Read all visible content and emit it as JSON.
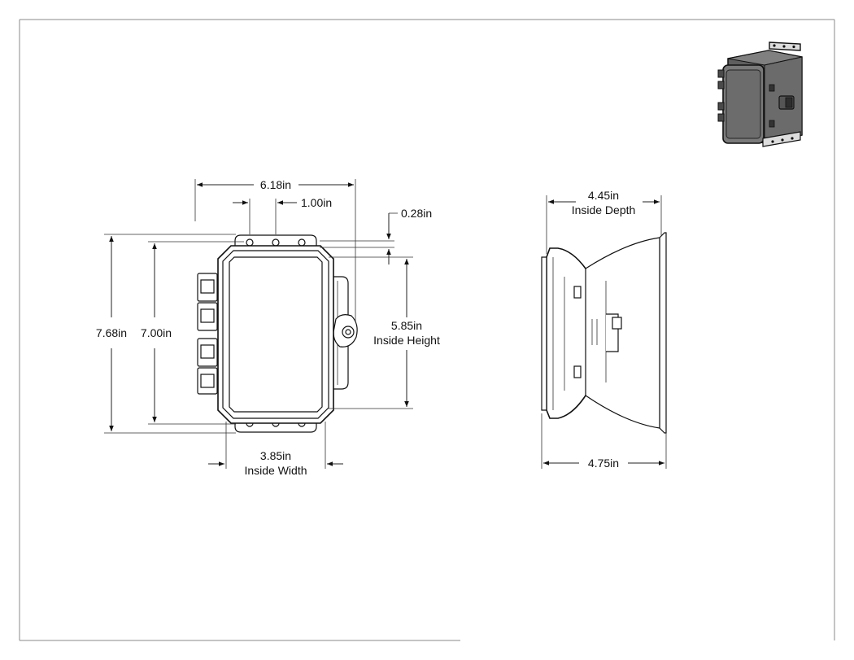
{
  "dimensions": {
    "overall_flange_width": "6.18in",
    "hole_spacing": "1.00in",
    "flange_offset": "0.28in",
    "overall_height": "7.68in",
    "body_height": "7.00in",
    "inside_height_value": "5.85in",
    "inside_height_label": "Inside Height",
    "inside_width_value": "3.85in",
    "inside_width_label": "Inside Width",
    "inside_depth_value": "4.45in",
    "inside_depth_label": "Inside Depth",
    "overall_depth": "4.75in"
  },
  "colors": {
    "line": "#111111",
    "frame": "#888888",
    "enclosure_body": "#6a6a6a"
  },
  "icons": {
    "isometric_view": "enclosure-3d-icon"
  }
}
